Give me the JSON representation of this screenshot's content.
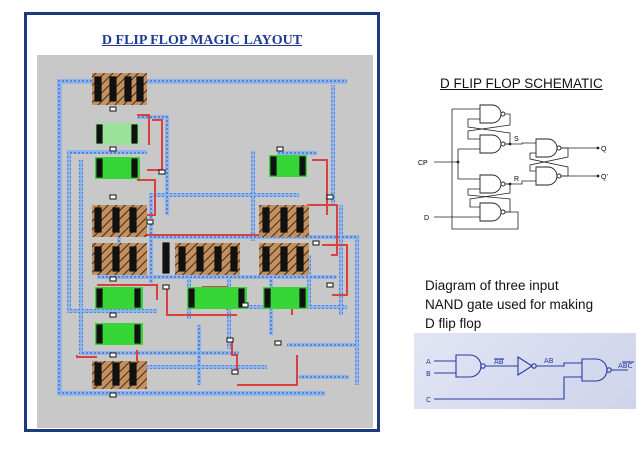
{
  "layout_panel": {
    "title": "D FLIP FLOP MAGIC LAYOUT",
    "colors": {
      "frame": "#1e3a7a",
      "background": "#c8c8c8",
      "metal": "#7aa5e8",
      "poly": "#d94040",
      "diffusion": "#36d636",
      "contact": "#111111",
      "ndiff_hatch": "#b87a4a"
    }
  },
  "schematic_panel": {
    "title": "D FLIP FLOP SCHEMATIC",
    "labels": {
      "s": "S",
      "r": "R",
      "q": "Q",
      "q_bar": "Q'",
      "cp": "CP",
      "d": "D"
    }
  },
  "nand_panel": {
    "caption_lines": [
      "Diagram of three input",
      "NAND gate used for making",
      "D flip flop"
    ],
    "photo_labels": {
      "a": "A",
      "b": "B",
      "c": "C",
      "ab_bar": "AB",
      "ab": "AB",
      "abc_bar": "ABC"
    }
  }
}
